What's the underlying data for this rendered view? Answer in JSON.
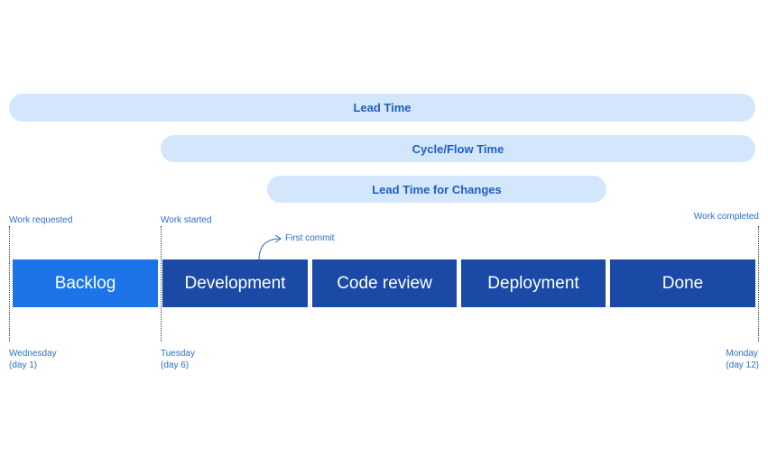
{
  "time_bars": {
    "lead_time": "Lead Time",
    "cycle_flow_time": "Cycle/Flow Time",
    "lead_time_for_changes": "Lead Time for Changes"
  },
  "milestones": {
    "work_requested": "Work requested",
    "work_started": "Work started",
    "work_completed": "Work completed",
    "first_commit": "First commit"
  },
  "stages": [
    "Backlog",
    "Development",
    "Code review",
    "Deployment",
    "Done"
  ],
  "dates": {
    "start": {
      "day": "Wednesday",
      "num": "(day 1)"
    },
    "started": {
      "day": "Tuesday",
      "num": "(day 6)"
    },
    "end": {
      "day": "Monday",
      "num": "(day 12)"
    }
  },
  "colors": {
    "pill_bg": "#d3e6fb",
    "pill_text": "#1f5fbf",
    "backlog": "#1d74e8",
    "stage": "#1a4aa6",
    "annotation": "#2a6fc9"
  }
}
